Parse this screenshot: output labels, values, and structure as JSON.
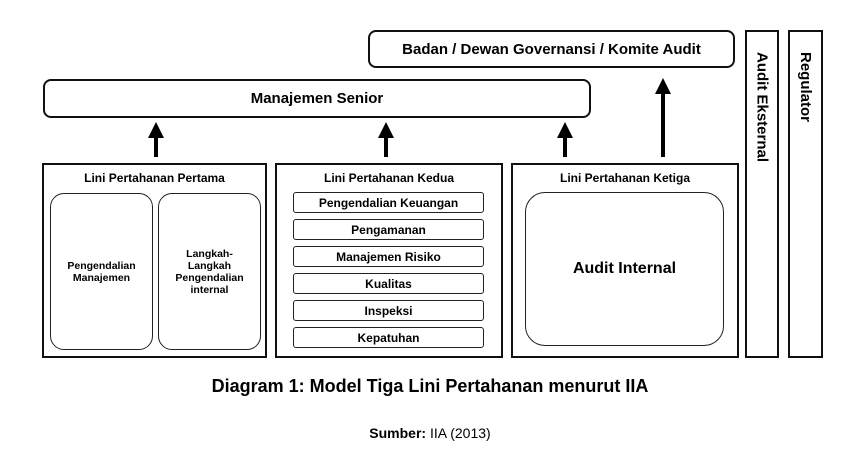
{
  "governance_box": "Badan / Dewan Governansi / Komite Audit",
  "senior_management_box": "Manajemen Senior",
  "first_line": {
    "title": "Lini Pertahanan Pertama",
    "items": [
      "Pengendalian\nManajemen",
      "Langkah-\nLangkah\nPengendalian\ninternal"
    ]
  },
  "second_line": {
    "title": "Lini Pertahanan Kedua",
    "items": [
      "Pengendalian Keuangan",
      "Pengamanan",
      "Manajemen Risiko",
      "Kualitas",
      "Inspeksi",
      "Kepatuhan"
    ]
  },
  "third_line": {
    "title": "Lini Pertahanan Ketiga",
    "item": "Audit Internal"
  },
  "external_audit_box": "Audit Eksternal",
  "regulator_box": "Regulator",
  "caption": "Diagram 1: Model Tiga Lini Pertahanan menurut IIA",
  "source": {
    "label": "Sumber:",
    "value": "IIA (2013)"
  }
}
